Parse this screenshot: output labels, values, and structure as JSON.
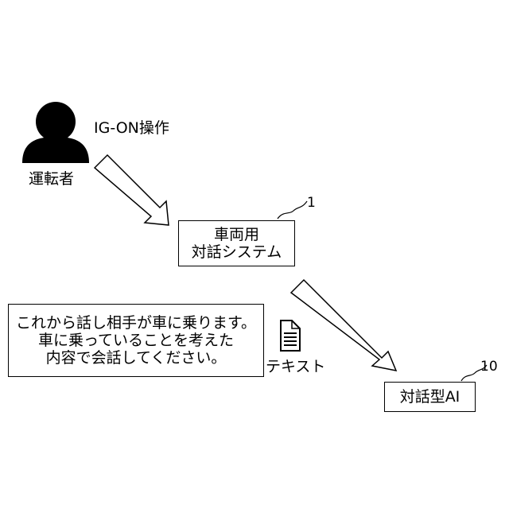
{
  "driver": {
    "icon": "person-silhouette-icon",
    "label": "運転者"
  },
  "operation_label": "IG-ON操作",
  "system_box": {
    "ref": "1",
    "lines": [
      "車両用",
      "対話システム"
    ]
  },
  "ai_box": {
    "ref": "10",
    "label": "対話型AI"
  },
  "prompt_box": {
    "lines": [
      "これから話し相手が車に乗ります。",
      "車に乗っていることを考えた",
      "内容で会話してください。"
    ]
  },
  "document": {
    "icon": "document-icon",
    "label": "テキスト"
  },
  "colors": {
    "stroke": "#000000",
    "background": "#ffffff"
  }
}
